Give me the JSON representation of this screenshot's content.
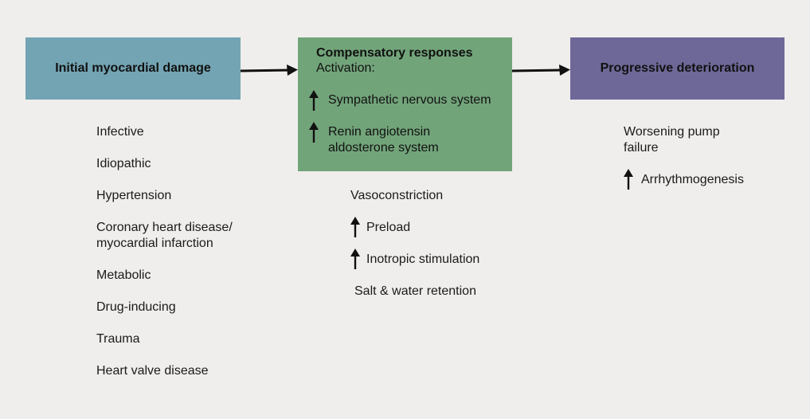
{
  "diagram": {
    "box_initial": {
      "title": "Initial myocardial damage",
      "color": "#73a4b3"
    },
    "box_compensatory": {
      "title": "Compensatory responses",
      "subtitle": "Activation:",
      "items": [
        {
          "icon": "up-arrow-icon",
          "text": "Sympathetic nervous system"
        },
        {
          "icon": "up-arrow-icon",
          "text": "Renin angiotensin aldosterone system"
        }
      ],
      "color": "#72a47a"
    },
    "box_progressive": {
      "title": "Progressive deterioration",
      "color": "#6e6898"
    },
    "causes": [
      "Infective",
      "Idiopathic",
      "Hypertension",
      "Coronary heart disease/ myocardial infarction",
      "Metabolic",
      "Drug-inducing",
      "Trauma",
      "Heart valve disease"
    ],
    "effects": [
      {
        "icon": "",
        "text": "Vasoconstriction"
      },
      {
        "icon": "up-arrow-icon",
        "text": "Preload"
      },
      {
        "icon": "up-arrow-icon",
        "text": "Inotropic stimulation"
      },
      {
        "icon": "",
        "text": "Salt & water retention"
      }
    ],
    "outcomes": [
      {
        "icon": "",
        "text": "Worsening pump failure"
      },
      {
        "icon": "up-arrow-icon",
        "text": "Arrhythmogenesis"
      }
    ]
  }
}
